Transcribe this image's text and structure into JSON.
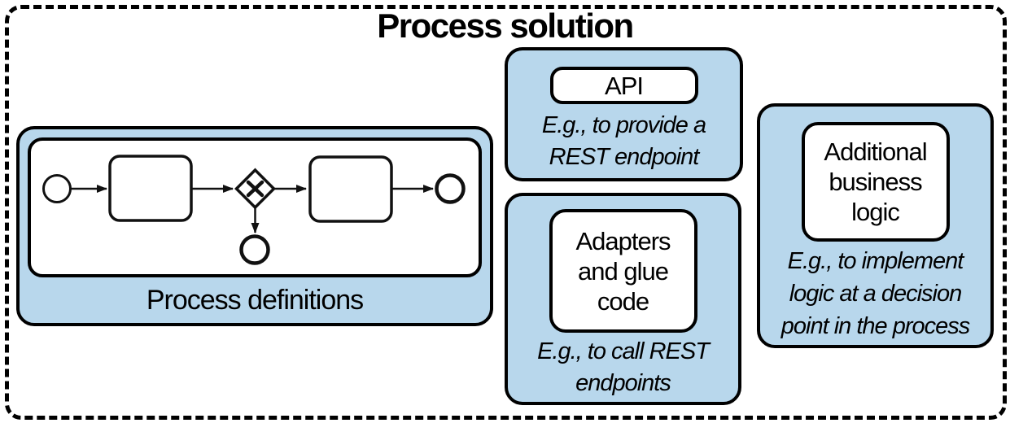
{
  "title": "Process solution",
  "colors": {
    "panel_fill": "#b8d7ec",
    "border": "#000000",
    "background": "#ffffff",
    "text": "#000000"
  },
  "panels": {
    "process_definitions": {
      "label": "Process definitions",
      "bpmn_elements": [
        "start-event",
        "task",
        "xor-gateway",
        "task",
        "end-event",
        "end-event"
      ]
    },
    "api": {
      "label": "API",
      "caption": "E.g., to provide a\nREST endpoint"
    },
    "adapters": {
      "label": "Adapters\nand glue\ncode",
      "caption": "E.g., to call REST\nendpoints"
    },
    "additional_logic": {
      "label": "Additional\nbusiness\nlogic",
      "caption": "E.g., to implement\nlogic at a decision\npoint in the process"
    }
  }
}
